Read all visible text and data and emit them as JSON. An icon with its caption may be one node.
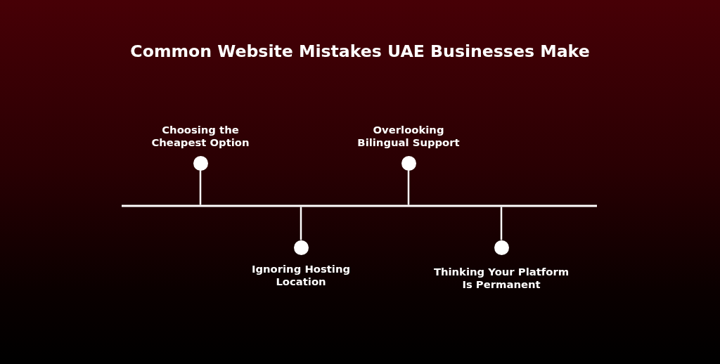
{
  "diagram": {
    "title": "Common Website Mistakes UAE Businesses Make",
    "nodes": [
      {
        "text": [],
        "shape": "circle",
        "beside": [
          "Choosing the Cheapest Option"
        ]
      },
      {
        "text": [],
        "shape": "circle",
        "beside": [
          "Ignoring Hosting Location"
        ]
      },
      {
        "text": [],
        "shape": "circle",
        "beside": [
          "Overlooking Bilingual Support"
        ]
      },
      {
        "text": [],
        "shape": "circle",
        "beside": [
          "Thinking Your Platform Is Permanent"
        ]
      },
      {
        "text": [],
        "shape": "bar"
      }
    ],
    "edges": [
      {
        "from": 0,
        "to": 4,
        "arrow": "none"
      },
      {
        "from": 1,
        "to": 4,
        "arrow": "none"
      },
      {
        "from": 2,
        "to": 4,
        "arrow": "none"
      },
      {
        "from": 3,
        "to": 4,
        "arrow": "none"
      }
    ]
  }
}
